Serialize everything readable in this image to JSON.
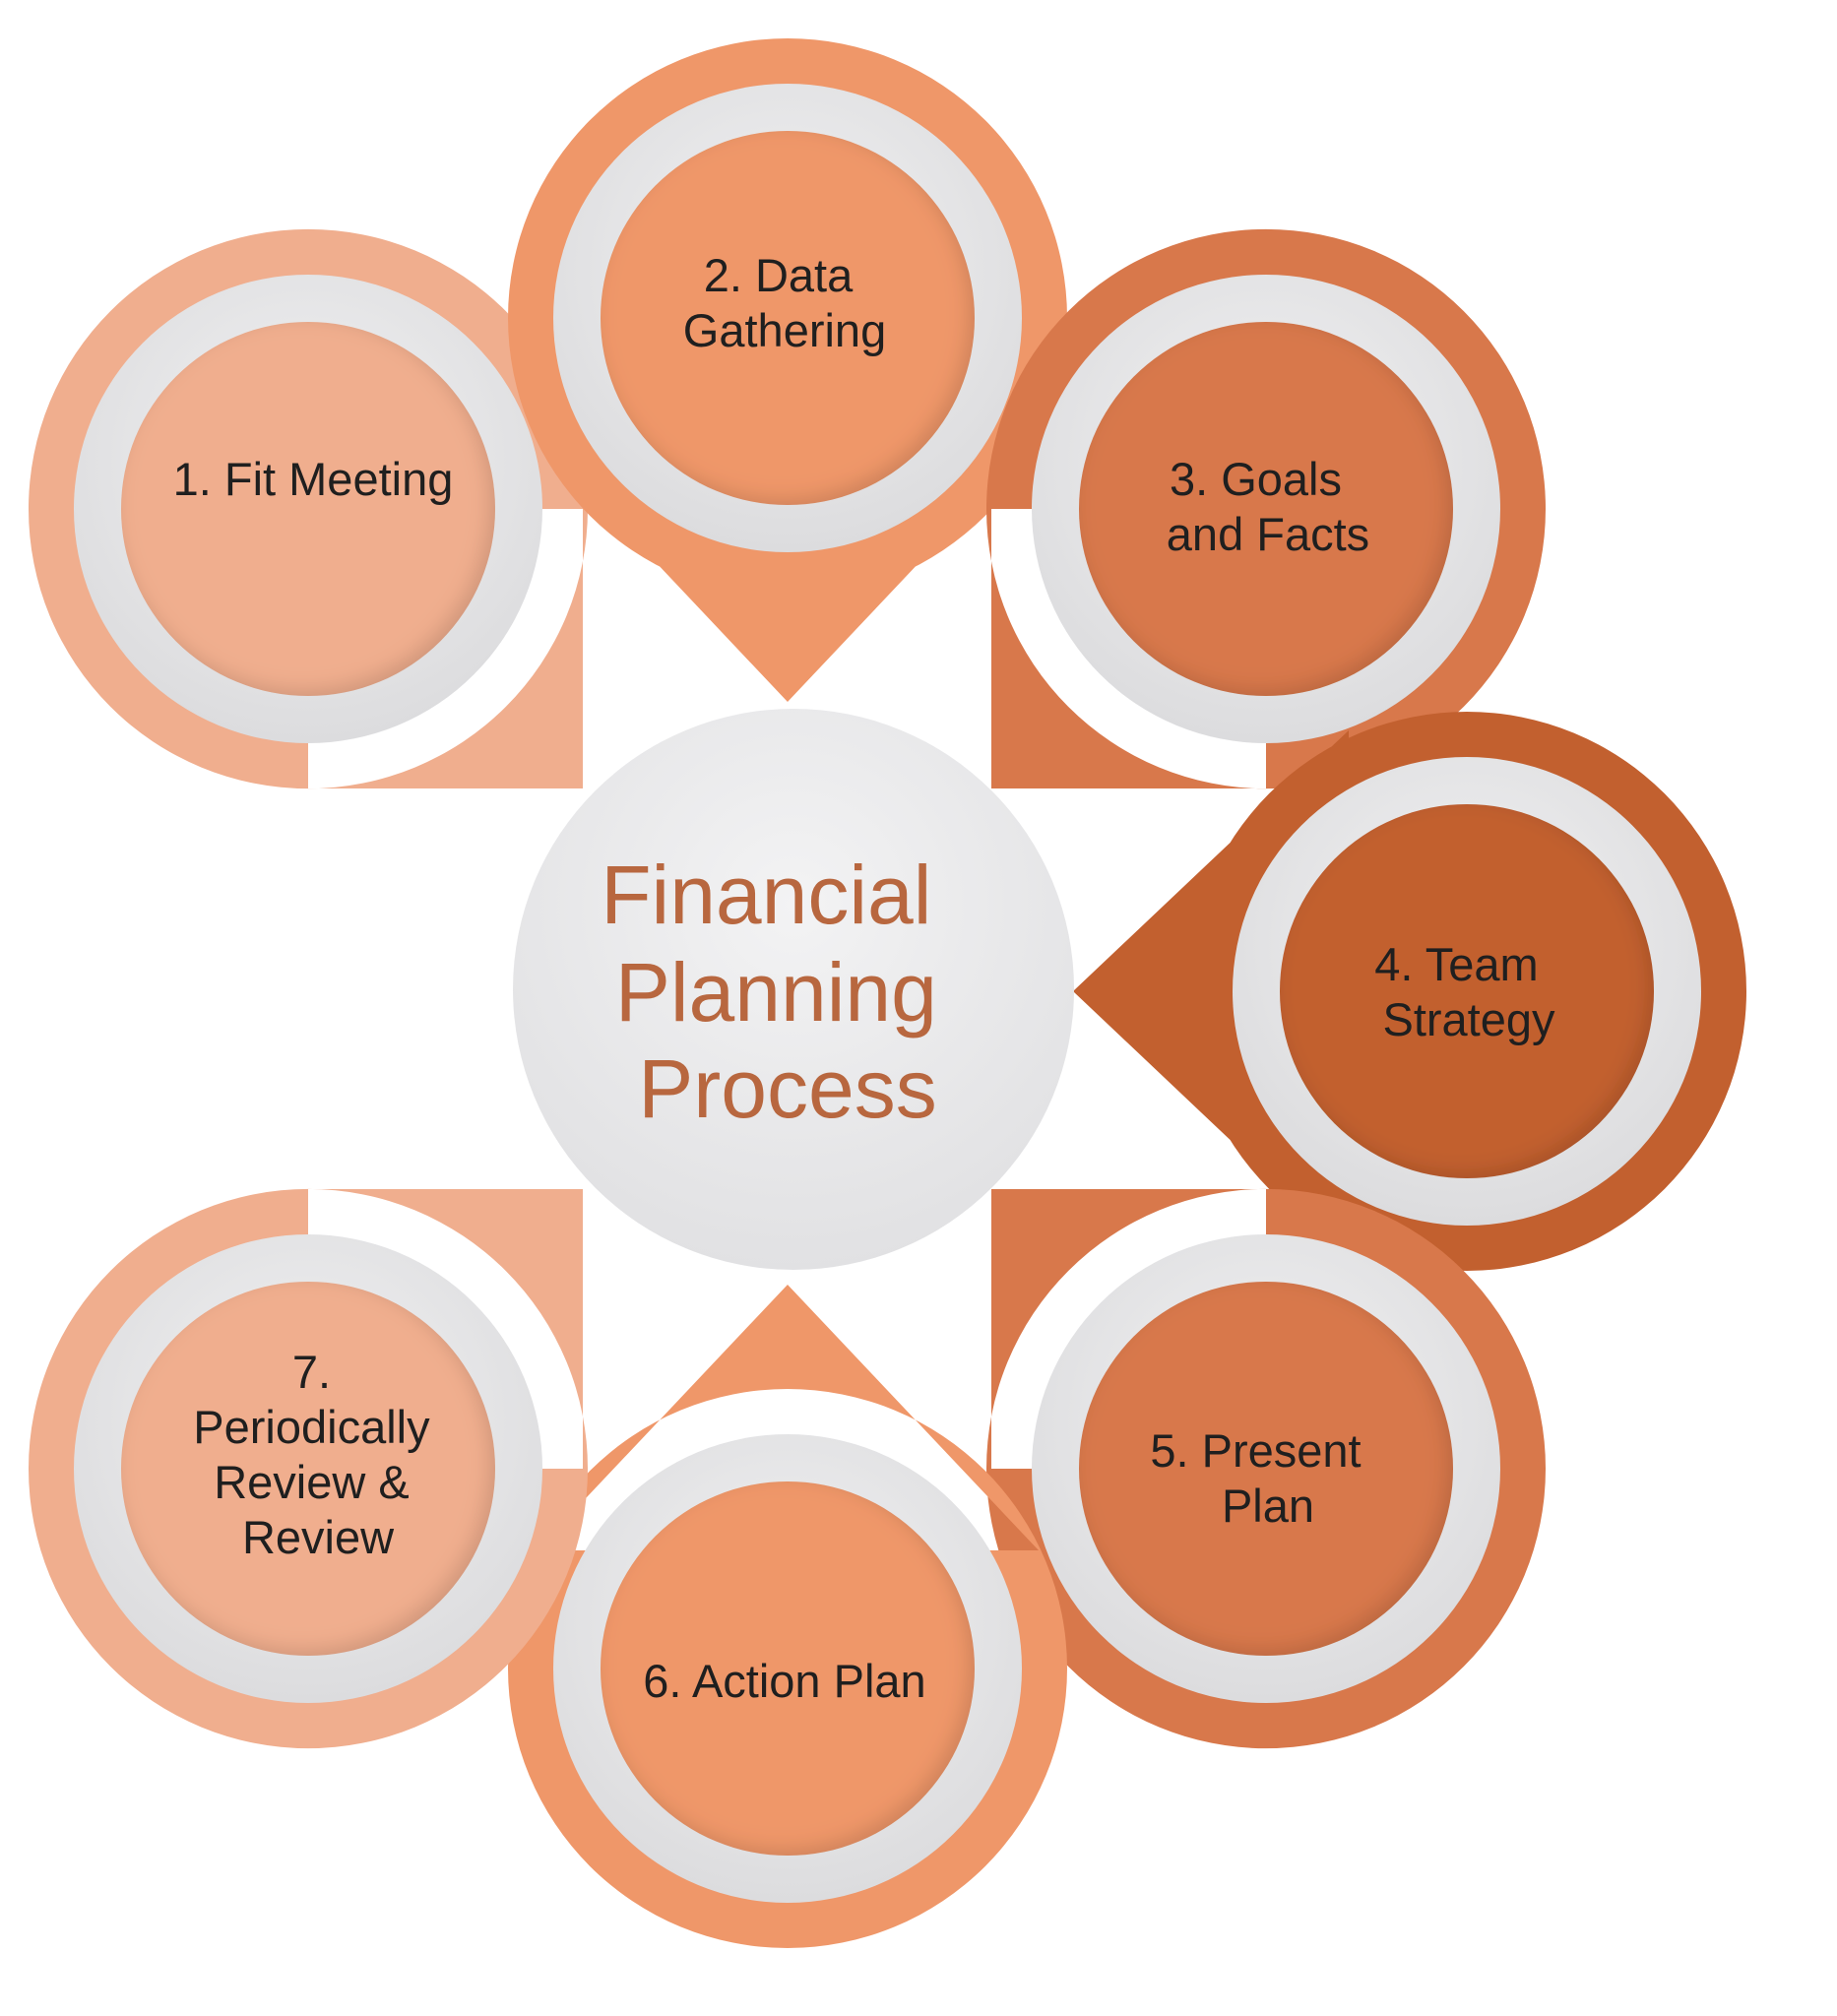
{
  "diagram": {
    "center": {
      "lines": [
        "Financial",
        "Planning",
        "Process"
      ],
      "color": "#b8673f"
    },
    "steps": [
      {
        "id": "1",
        "lines": [
          "1. Fit Meeting"
        ],
        "color": "#f0ae8e",
        "pointer": "right-square"
      },
      {
        "id": "2",
        "lines": [
          "2. Data",
          "Gathering"
        ],
        "color": "#ef9769",
        "pointer": "down"
      },
      {
        "id": "3",
        "lines": [
          "3. Goals",
          "and Facts"
        ],
        "color": "#d8784b",
        "pointer": "left-square"
      },
      {
        "id": "4",
        "lines": [
          "4. Team",
          "Strategy"
        ],
        "color": "#c2602f",
        "pointer": "left"
      },
      {
        "id": "5",
        "lines": [
          "5. Present",
          "Plan"
        ],
        "color": "#d8784b",
        "pointer": "left-square"
      },
      {
        "id": "6",
        "lines": [
          "6. Action Plan"
        ],
        "color": "#ef9769",
        "pointer": "up"
      },
      {
        "id": "7",
        "lines": [
          "7.",
          "Periodically",
          "Review &",
          "Review"
        ],
        "color": "#f0ae8e",
        "pointer": "right-square"
      }
    ],
    "ring_color": "#e4e4e6",
    "text_color": "#1f1f1f"
  }
}
